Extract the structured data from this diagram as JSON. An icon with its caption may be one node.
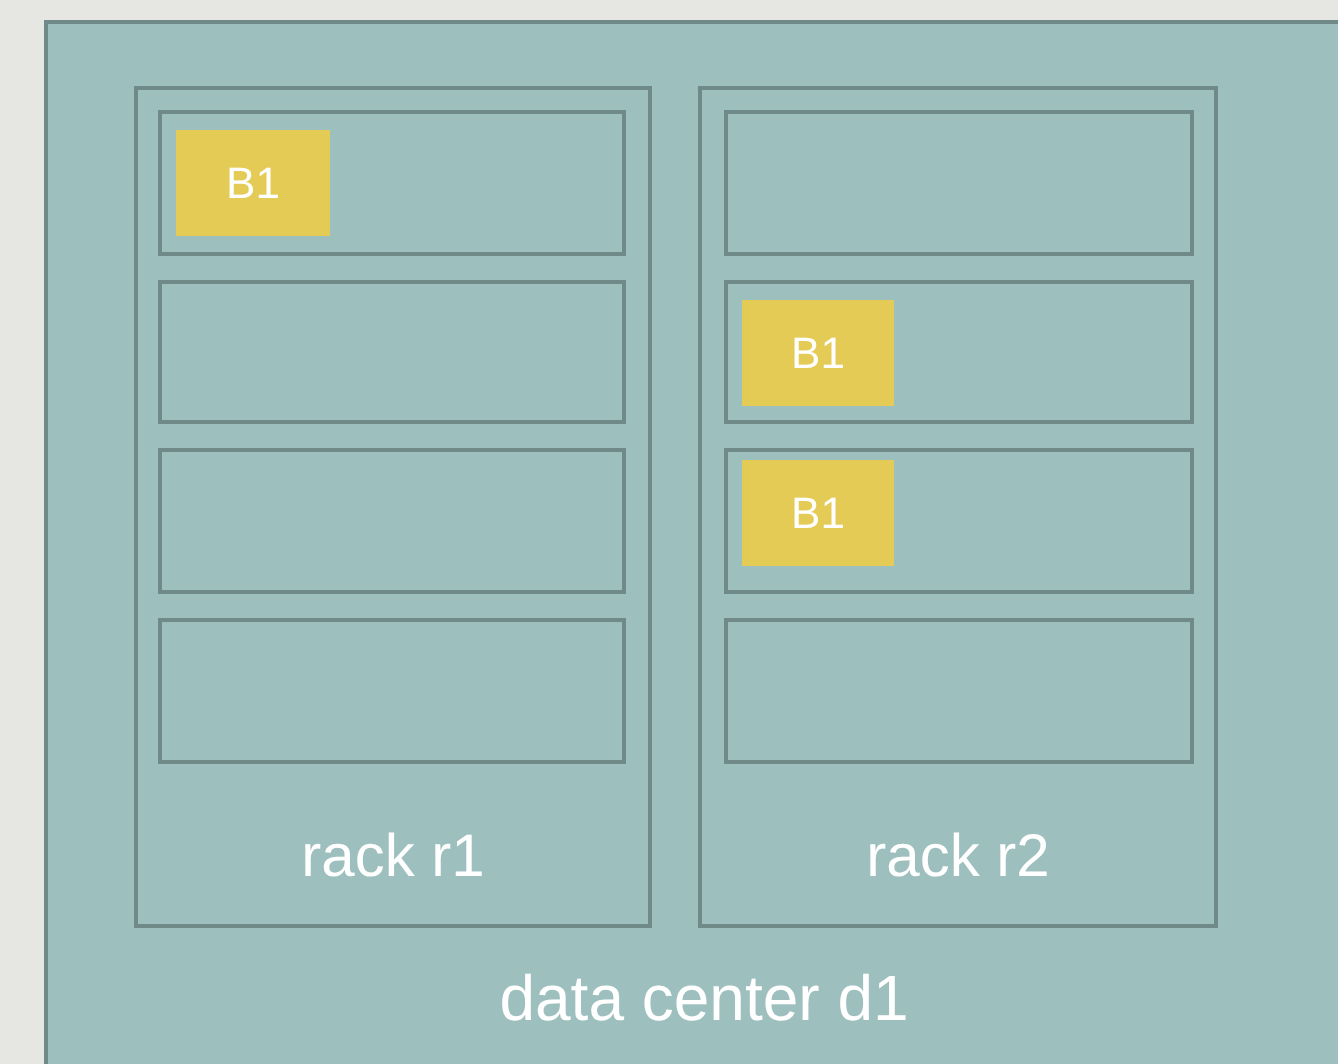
{
  "diagram": {
    "nodes": [
      {
        "text": [
          "data center d1"
        ]
      },
      {
        "text": [
          "rack r1"
        ],
        "in": 0
      },
      {
        "text": [],
        "shape": "box",
        "in": 1
      },
      {
        "text": [],
        "shape": "box",
        "in": 1
      },
      {
        "text": [],
        "shape": "box",
        "in": 1
      },
      {
        "text": [],
        "shape": "box",
        "in": 1
      },
      {
        "text": [
          "B1"
        ],
        "in": 2
      },
      {
        "text": [
          "rack r2"
        ],
        "in": 0
      },
      {
        "text": [],
        "shape": "box",
        "in": 7
      },
      {
        "text": [],
        "shape": "box",
        "in": 7
      },
      {
        "text": [],
        "shape": "box",
        "in": 7
      },
      {
        "text": [],
        "shape": "box",
        "in": 7
      },
      {
        "text": [
          "B1"
        ],
        "in": 9
      },
      {
        "text": [
          "B1"
        ],
        "in": 10
      }
    ]
  }
}
